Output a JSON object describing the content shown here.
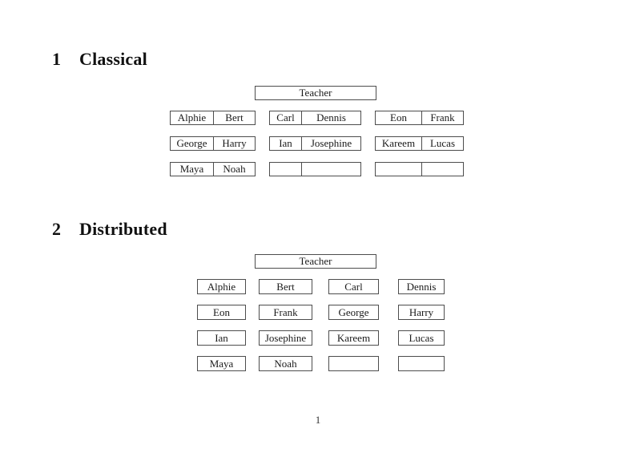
{
  "page": {
    "number": "1"
  },
  "colors": {
    "text": "#1a1a1a",
    "border": "#4d4d4d",
    "background": "#ffffff"
  },
  "sections": [
    {
      "number": "1",
      "title": "Classical"
    },
    {
      "number": "2",
      "title": "Distributed"
    }
  ],
  "classical": {
    "teacher_label": "Teacher",
    "rows": [
      {
        "desks": [
          {
            "cells": [
              "Alphie",
              "Bert"
            ]
          },
          {
            "cells": [
              "Carl",
              "Dennis"
            ]
          },
          {
            "cells": [
              "Eon",
              "Frank"
            ]
          }
        ]
      },
      {
        "desks": [
          {
            "cells": [
              "George",
              "Harry"
            ]
          },
          {
            "cells": [
              "Ian",
              "Josephine"
            ]
          },
          {
            "cells": [
              "Kareem",
              "Lucas"
            ]
          }
        ]
      },
      {
        "desks": [
          {
            "cells": [
              "Maya",
              "Noah"
            ]
          },
          {
            "cells": [
              "",
              ""
            ]
          },
          {
            "cells": [
              "",
              ""
            ]
          }
        ]
      }
    ]
  },
  "distributed": {
    "teacher_label": "Teacher",
    "rows": [
      [
        "Alphie",
        "Bert",
        "Carl",
        "Dennis"
      ],
      [
        "Eon",
        "Frank",
        "George",
        "Harry"
      ],
      [
        "Ian",
        "Josephine",
        "Kareem",
        "Lucas"
      ],
      [
        "Maya",
        "Noah",
        "",
        ""
      ]
    ]
  }
}
